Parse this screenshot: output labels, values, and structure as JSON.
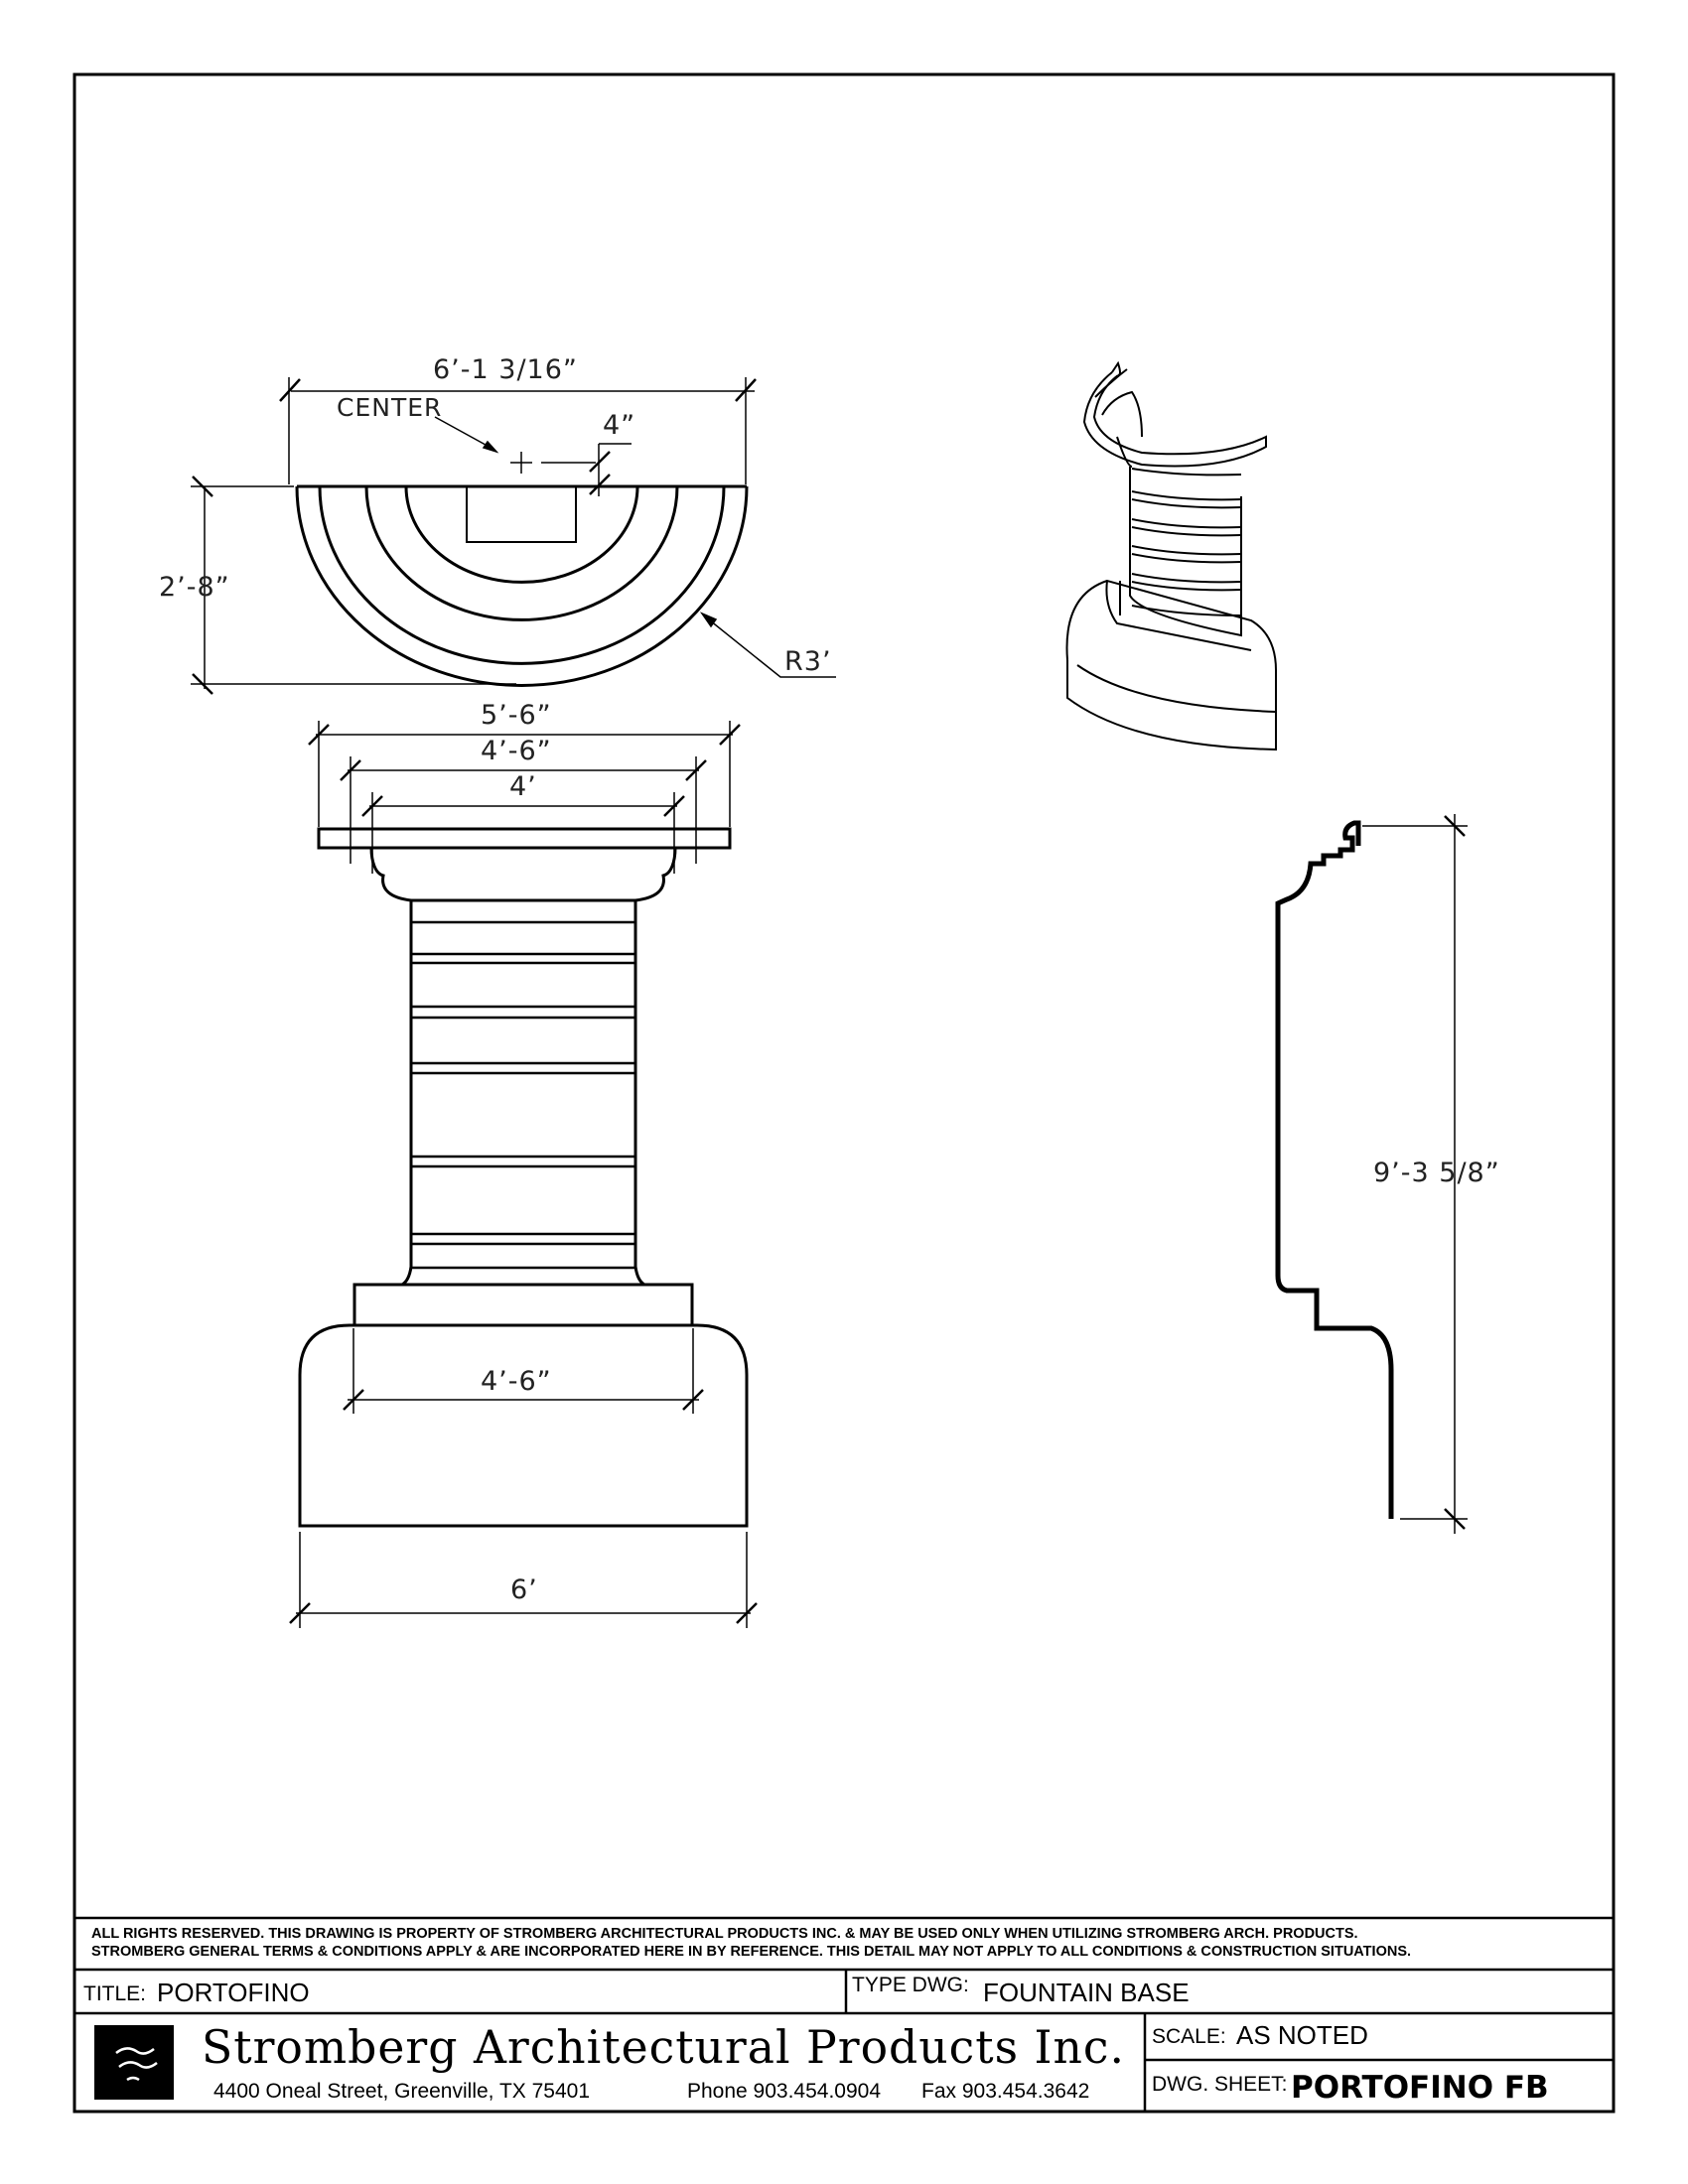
{
  "drawing": {
    "dimensions": {
      "top_width": "6’-1 3/16”",
      "center_label": "CENTER",
      "offset": "4”",
      "depth": "2’-8”",
      "radius": "R3’",
      "cap_width": "5’-6”",
      "cap_inner": "4’-6”",
      "shaft_width": "4’",
      "plinth_inner": "4’-6”",
      "base_width": "6’",
      "height": "9’-3 5/8”"
    }
  },
  "notes": {
    "line1": "ALL RIGHTS RESERVED. THIS DRAWING IS PROPERTY OF STROMBERG ARCHITECTURAL PRODUCTS INC. & MAY BE USED ONLY WHEN UTILIZING STROMBERG ARCH. PRODUCTS.",
    "line2": "STROMBERG GENERAL TERMS & CONDITIONS APPLY & ARE INCORPORATED HERE IN BY REFERENCE. THIS DETAIL MAY NOT APPLY TO ALL CONDITIONS & CONSTRUCTION SITUATIONS."
  },
  "title_block": {
    "title_label": "TITLE:",
    "title_value": "PORTOFINO",
    "type_label": "TYPE DWG:",
    "type_value": "FOUNTAIN BASE",
    "company": "Stromberg Architectural Products Inc.",
    "address": "4400 Oneal Street, Greenville, TX 75401",
    "phone": "Phone 903.454.0904",
    "fax": "Fax 903.454.3642",
    "scale_label": "SCALE:",
    "scale_value": "AS NOTED",
    "sheet_label": "DWG. SHEET:",
    "sheet_value": "PORTOFINO FB"
  }
}
